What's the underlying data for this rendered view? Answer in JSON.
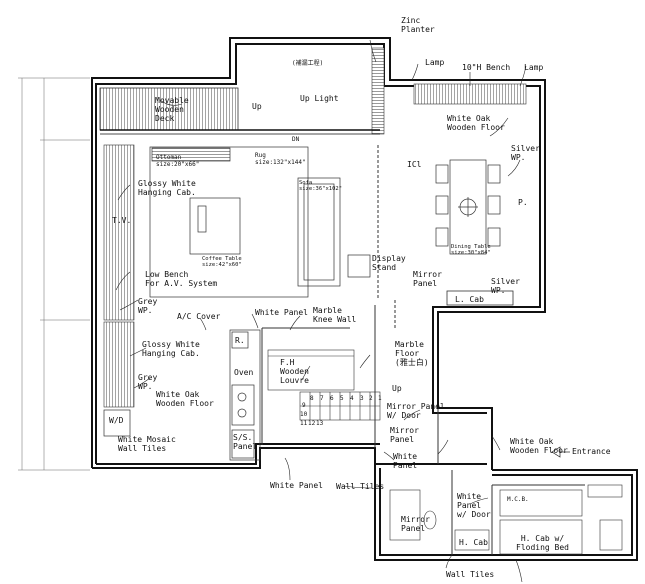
{
  "labels": {
    "zinc_planter": "Zinc\nPlanter",
    "lamp_left": "Lamp",
    "bench": "10\"H Bench",
    "lamp_right": "Lamp",
    "chinese_note": "(補漏工程)",
    "movable_deck": "Movable\nWooden\nDeck",
    "up_1": "Up",
    "up_light": "Up Light",
    "dn": "DN",
    "white_oak_top": "White Oak\nWooden Floor",
    "ottoman": "Ottoman\nsize:20\"x66\"",
    "rug": "Rug\nsize:132\"x144\"",
    "silver_wp_top": "Silver\nWP.",
    "icl": "ICl",
    "glossy_cab_top": "Glossy White\nHanging Cab.",
    "sofa": "Sofa\nsize:36\"x102\"",
    "tv": "T.V.",
    "p": "P.",
    "coffee_table": "Coffee Table\nsize:42\"x60\"",
    "dining_table": "Dining Table\nsize:30\"x84\"",
    "display_stand": "Display\nStand",
    "low_bench": "Low Bench\nFor A.V. System",
    "mirror_panel_1": "Mirror\nPanel",
    "silver_wp_2": "Silver\nWP.",
    "l_cab": "L. Cab",
    "grey_wp_1": "Grey\nWP.",
    "ac_cover": "A/C Cover",
    "white_panel_1": "White Panel",
    "marble_knee": "Marble\nKnee Wall",
    "r": "R.",
    "glossy_cab_bottom": "Glossy White\nHanging Cab.",
    "marble_floor": "Marble\nFloor\n(雅士白)",
    "fh_louvre": "F.H\nWooden\nLouvre",
    "oven": "Oven",
    "grey_wp_2": "Grey\nWP.",
    "up_2": "Up",
    "white_oak_bottom": "White Oak\nWooden Floor",
    "mirror_panel_door": "Mirror Panel\nW/ Door",
    "mirror_panel_2": "Mirror\nPanel",
    "wd": "W/D",
    "white_oak_entry": "White Oak\nWooden Floor",
    "entrance": "Entrance",
    "mosaic": "White Mosaic\nWall Tiles",
    "ss_panel": "S/S.\nPanel",
    "white_panel_2": "White\nPanel",
    "white_panel_3": "White Panel",
    "wall_tiles_1": "Wall Tiles",
    "mcb": "M.C.B.",
    "white_panel_door": "White\nPanel\nw/ Door",
    "mirror_panel_3": "Mirror\nPanel",
    "h_cab": "H. Cab",
    "h_cab_bed": "H. Cab w/\nFloding Bed",
    "wall_tiles_2": "Wall Tiles"
  },
  "stairs": {
    "top_row": [
      "8",
      "7",
      "6",
      "5",
      "4",
      "3",
      "2",
      "1"
    ],
    "left_col": [
      "9",
      "10",
      "11"
    ],
    "bottom_row": [
      "12",
      "13"
    ]
  }
}
